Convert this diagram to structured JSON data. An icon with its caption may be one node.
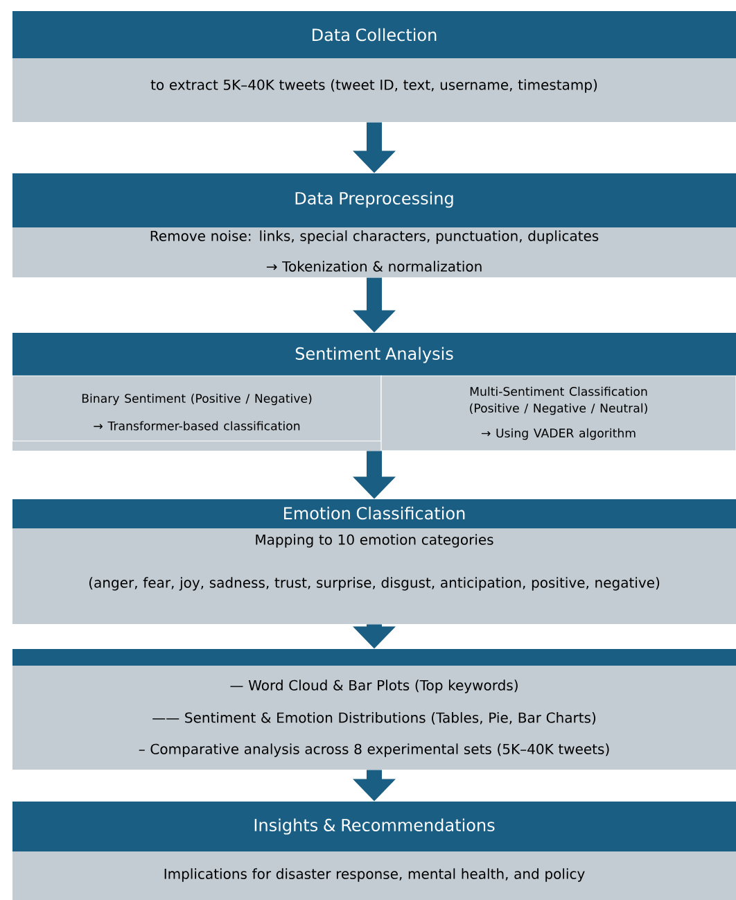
{
  "diagram": {
    "nodes": [
      {
        "text": [
          "Data Collection",
          "to extract 5K–40K tweets (tweet ID, text, username, timestamp)"
        ]
      },
      {
        "text": [
          "Data Preprocessing",
          "Remove noise: links, special characters, punctuation, duplicates",
          "→ Tokenization & normalization"
        ]
      },
      {
        "text": [
          "Sentiment Analysis"
        ]
      },
      {
        "text": [
          "Binary Sentiment (Positive / Negative)",
          "→ Transformer-based classification"
        ],
        "in": 2
      },
      {
        "text": [
          "Multi-Sentiment Classification (Positive / Negative / Neutral)",
          "→ Using VADER algorithm"
        ],
        "in": 2
      },
      {
        "text": [
          "Emotion Classification",
          "Mapping to 10 emotion categories",
          "(anger, fear, joy, sadness, trust, surprise, disgust, anticipation, positive, negative)"
        ]
      },
      {
        "text": [
          "— Word Cloud & Bar Plots (Top keywords)",
          "—— Sentiment & Emotion Distributions (Tables, Pie, Bar Charts)",
          "– Comparative analysis across 8 experimental sets (5K–40K tweets)"
        ]
      },
      {
        "text": [
          "Insights & Recommendations",
          "Implications for disaster response, mental health, and policy"
        ]
      }
    ],
    "edges": [
      {
        "from": 0,
        "to": 1,
        "arrow": "to"
      },
      {
        "from": 1,
        "to": 2,
        "arrow": "to"
      },
      {
        "from": 2,
        "to": 5,
        "arrow": "to"
      },
      {
        "from": 5,
        "to": 6,
        "arrow": "to"
      },
      {
        "from": 6,
        "to": 7,
        "arrow": "to"
      }
    ]
  }
}
